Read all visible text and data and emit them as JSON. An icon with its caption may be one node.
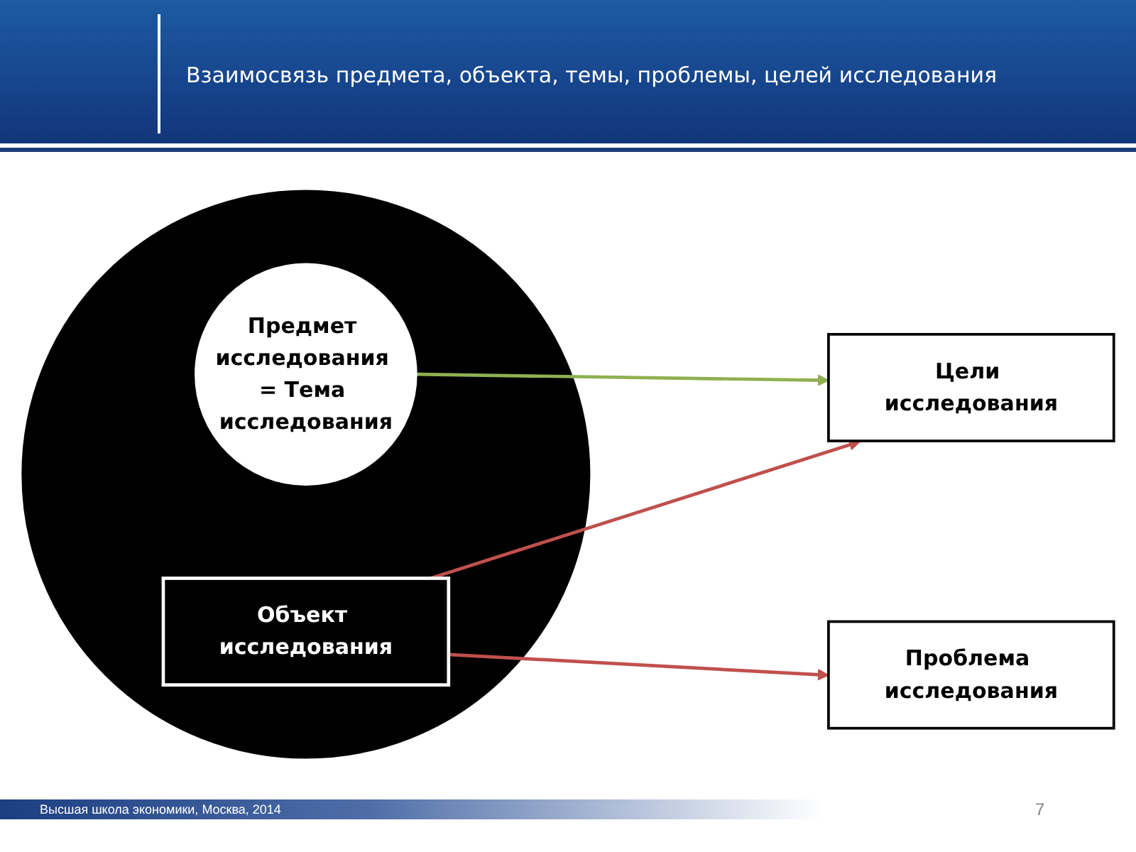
{
  "diagram": {
    "title": "Взаимосвязь предмета, объекта, темы, проблемы, целей исследования",
    "nodes": [
      {
        "text": [],
        "shape": "circle"
      },
      {
        "text": [
          "Предмет исследования = Тема исследования"
        ],
        "in": 0
      },
      {
        "text": [
          "Объект исследования"
        ],
        "in": 0
      },
      {
        "text": [
          "Цели исследования"
        ]
      },
      {
        "text": [
          "Проблема исследования"
        ]
      }
    ],
    "edges": [
      {
        "from": 1,
        "to": 3,
        "arrow": "to",
        "color": "#8fb050"
      },
      {
        "from": 2,
        "to": 3,
        "arrow": "to"
      },
      {
        "from": 2,
        "to": 4,
        "arrow": "to"
      }
    ],
    "labels": [
      "Высшая школа экономики, Москва, 2014",
      "7"
    ]
  }
}
